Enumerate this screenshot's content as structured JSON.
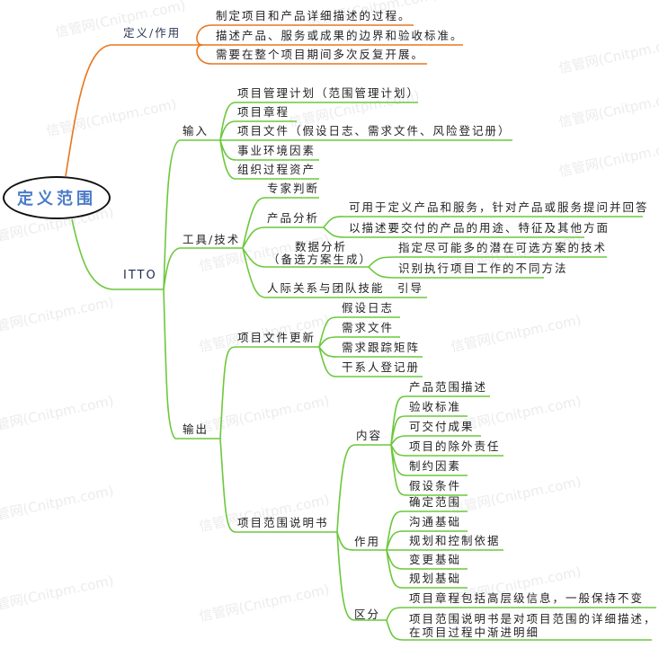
{
  "watermark": "信管网(Cnitpm.com)",
  "colors": {
    "orange": "#e8761e",
    "green": "#6cc83c",
    "root_text": "#4a7bc8",
    "root_border": "#111111"
  },
  "root": {
    "label": "定义范围"
  },
  "definition": {
    "label": "定义/作用",
    "items": [
      "制定项目和产品详细描述的过程。",
      "描述产品、服务或成果的边界和验收标准。",
      "需要在整个项目期间多次反复开展。"
    ]
  },
  "itto": {
    "label": "ITTO",
    "inputs": {
      "label": "输入",
      "items": [
        "项目管理计划（范围管理计划）",
        "项目章程",
        "项目文件（假设日志、需求文件、风险登记册）",
        "事业环境因素",
        "组织过程资产"
      ]
    },
    "tools": {
      "label": "工具/技术",
      "expert": "专家判断",
      "product_analysis": {
        "label": "产品分析",
        "items": [
          "可用于定义产品和服务，针对产品或服务提问并回答",
          "以描述要交付的产品的用途、特征及其他方面"
        ]
      },
      "data_analysis": {
        "label_line1": "数据分析",
        "label_line2": "（备选方案生成）",
        "items": [
          "指定尽可能多的潜在可选方案的技术",
          "识别执行项目工作的不同方法"
        ]
      },
      "interpersonal": {
        "label": "人际关系与团队技能",
        "item": "引导"
      }
    },
    "outputs": {
      "label": "输出",
      "doc_updates": {
        "label": "项目文件更新",
        "items": [
          "假设日志",
          "需求文件",
          "需求跟踪矩阵",
          "干系人登记册"
        ]
      },
      "scope_statement": {
        "label": "项目范围说明书",
        "content": {
          "label": "内容",
          "items": [
            "产品范围描述",
            "验收标准",
            "可交付成果",
            "项目的除外责任",
            "制约因素",
            "假设条件"
          ]
        },
        "purpose": {
          "label": "作用",
          "items": [
            "确定范围",
            "沟通基础",
            "规划和控制依据",
            "变更基础",
            "规划基础"
          ]
        },
        "difference": {
          "label": "区分",
          "items": [
            "项目章程包括高层级信息，一般保持不变",
            "项目范围说明书是对项目范围的详细描述，",
            "在项目过程中渐进明细"
          ]
        }
      }
    }
  }
}
